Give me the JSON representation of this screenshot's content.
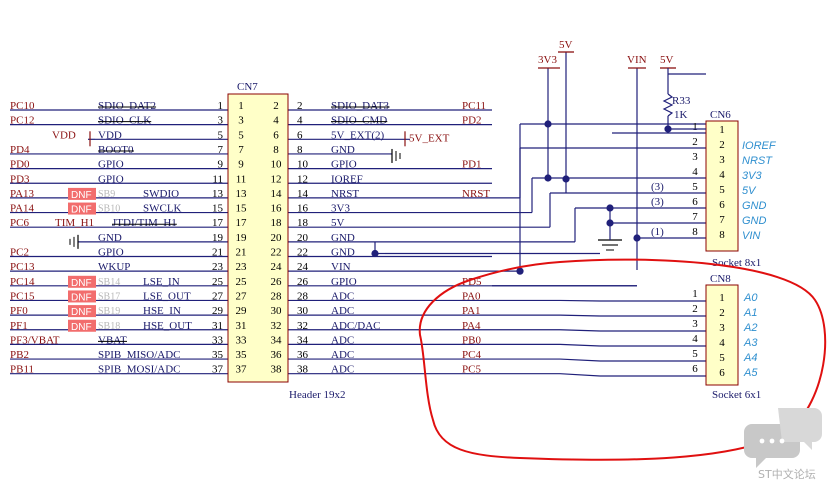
{
  "cn7": {
    "ref": "CN7",
    "value": "Header 19x2",
    "rows": [
      {
        "ls": "PC10",
        "ll": "SDIO_DAT2",
        "lp": "1",
        "rp": "2",
        "rl": "SDIO_DAT3",
        "rs": "PC11",
        "ox": true
      },
      {
        "ls": "PC12",
        "ll": "SDIO_CLK",
        "lp": "3",
        "rp": "4",
        "rl": "SDIO_CMD",
        "rs": "PD2",
        "ox": true
      },
      {
        "ls": "VDD",
        "ll": "VDD",
        "lp": "5",
        "rp": "6",
        "rl": "5V_EXT(2)",
        "rs": "5V_EXT",
        "lsk": "pwr",
        "rsk": "pwr"
      },
      {
        "ls": "PD4",
        "ll": "BOOT0",
        "lp": "7",
        "rp": "8",
        "rl": "GND",
        "rs": "",
        "oxl": true,
        "rsk": "gnd"
      },
      {
        "ls": "PD0",
        "ll": "GPIO",
        "lp": "9",
        "rp": "10",
        "rl": "GPIO",
        "rs": "PD1"
      },
      {
        "ls": "PD3",
        "ll": "GPIO",
        "lp": "11",
        "rp": "12",
        "rl": "IOREF",
        "rs": ""
      },
      {
        "ls": "PA13",
        "sb": "SB9",
        "ll": "SWDIO",
        "lp": "13",
        "rp": "14",
        "rl": "NRST",
        "rs": "NRST"
      },
      {
        "ls": "PA14",
        "sb": "SB10",
        "ll": "SWCLK",
        "lp": "15",
        "rp": "16",
        "rl": "3V3",
        "rs": ""
      },
      {
        "ls": "PC6",
        "ll": "TIM_H1",
        "lp": "17",
        "rp": "18",
        "rl": "5V",
        "rs": "",
        "ex": "JTDI/TIM_H1"
      },
      {
        "ls": "",
        "ll": "GND",
        "lp": "19",
        "rp": "20",
        "rl": "GND",
        "rs": "",
        "lsk": "gnd"
      },
      {
        "ls": "PC2",
        "ll": "GPIO",
        "lp": "21",
        "rp": "22",
        "rl": "GND",
        "rs": ""
      },
      {
        "ls": "PC13",
        "ll": "WKUP",
        "lp": "23",
        "rp": "24",
        "rl": "VIN",
        "rs": ""
      },
      {
        "ls": "PC14",
        "sb": "SB14",
        "ll": "LSE_IN",
        "lp": "25",
        "rp": "26",
        "rl": "GPIO",
        "rs": "PD5"
      },
      {
        "ls": "PC15",
        "sb": "SB17",
        "ll": "LSE_OUT",
        "lp": "27",
        "rp": "28",
        "rl": "ADC",
        "rs": "PA0"
      },
      {
        "ls": "PF0",
        "sb": "SB19",
        "ll": "HSE_IN",
        "lp": "29",
        "rp": "30",
        "rl": "ADC",
        "rs": "PA1"
      },
      {
        "ls": "PF1",
        "sb": "SB18",
        "ll": "HSE_OUT",
        "lp": "31",
        "rp": "32",
        "rl": "ADC/DAC",
        "rs": "PA4"
      },
      {
        "ls": "PF3/VBAT",
        "ll": "VBAT",
        "lp": "33",
        "rp": "34",
        "rl": "ADC",
        "rs": "PB0",
        "oxl": true
      },
      {
        "ls": "PB2",
        "ll": "SPIB_MISO/ADC",
        "lp": "35",
        "rp": "36",
        "rl": "ADC",
        "rs": "PC4"
      },
      {
        "ls": "PB11",
        "ll": "SPIB_MOSI/ADC",
        "lp": "37",
        "rp": "38",
        "rl": "ADC",
        "rs": "PC5"
      }
    ]
  },
  "dnf_label": "DNF",
  "cn6": {
    "ref": "CN6",
    "value": "Socket 8x1",
    "pins": [
      "1",
      "2",
      "3",
      "4",
      "5",
      "6",
      "7",
      "8"
    ],
    "signals": [
      "IOREF",
      "NRST",
      "3V3",
      "5V",
      "GND",
      "GND",
      "VIN"
    ],
    "notes": [
      "(3)",
      "(3)",
      "(1)"
    ]
  },
  "cn8": {
    "ref": "CN8",
    "value": "Socket 6x1",
    "pins": [
      "1",
      "2",
      "3",
      "4",
      "5",
      "6"
    ],
    "signals": [
      "A0",
      "A1",
      "A2",
      "A3",
      "A4",
      "A5"
    ]
  },
  "power": {
    "v33": "3V3",
    "v5": "5V",
    "vin": "VIN",
    "v5b": "5V"
  },
  "resistor": {
    "ref": "R33",
    "value": "1K"
  },
  "watermark": "ST中文论坛",
  "colors": {
    "wire": "#20207a",
    "box_fill": "#ffffc8",
    "box_stroke": "#8b0000",
    "annotation": "#e01010",
    "arduino": "#2f8fcf",
    "dnf_fill": "#f26d6d"
  }
}
